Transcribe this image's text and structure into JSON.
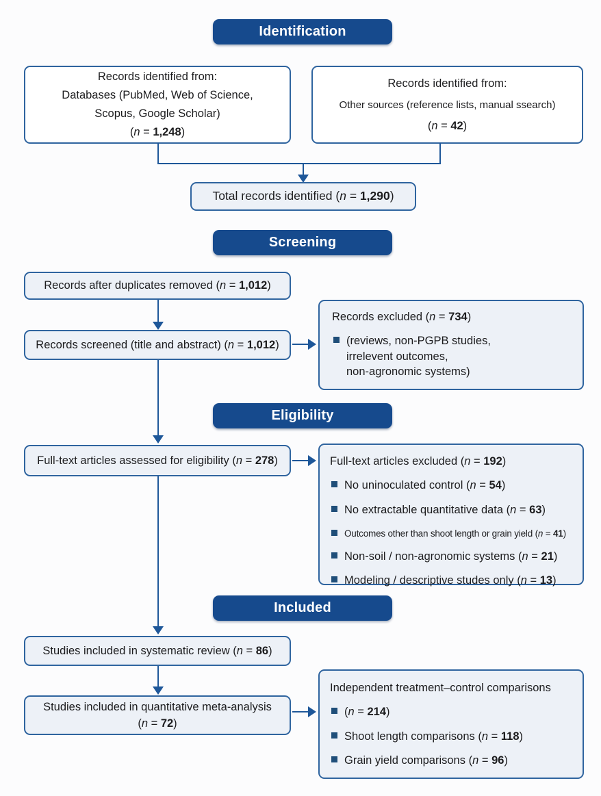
{
  "colors": {
    "banner_bg": "#164a8d",
    "banner_text": "#ffffff",
    "box_border": "#2f649f",
    "box_fill": "#edf1f7",
    "arrow": "#1e5799",
    "bullet": "#1f4e79",
    "text": "#1c1c1e"
  },
  "banners": {
    "identification": "Identification",
    "screening": "Screening",
    "eligibility": "Eligibility",
    "included": "Included"
  },
  "boxes": {
    "databases": {
      "line1": "Records identified from:",
      "line2": "Databases (PubMed, Web of Science,",
      "line3": "Scopus, Google Scholar)",
      "line4": "(n = 1,248)"
    },
    "other_sources": {
      "line1": "Records identified from:",
      "line2": "Other sources (reference lists, manual ssearch)",
      "line3": "(n = 42)"
    },
    "total": {
      "text": "Total records identified (n = 1,290)"
    },
    "duplicates": {
      "text": "Records after duplicates removed (n = 1,012)"
    },
    "screened": {
      "text": "Records screened (title and abstract) (n = 1,012)"
    },
    "records_excluded": {
      "title": "Records excluded (n = 734)",
      "bullets": [
        "(reviews, non-PGPB studies,\nirrelevent outcomes,\nnon-agronomic systems)"
      ]
    },
    "fulltext_assessed": {
      "text": "Full-text articles assessed for eligibility (n = 278)"
    },
    "fulltext_excluded": {
      "title": "Full-text articles excluded (n = 192)",
      "bullets": [
        "No uninoculated control (n = 54)",
        "No extractable quantitative data (n = 63)",
        "Outcomes other than shoot length or grain yield (n = 41)",
        "Non-soil / non-agronomic systems (n = 21)",
        "Modeling / descriptive studes only (n = 13)"
      ]
    },
    "systematic": {
      "text": "Studies included in systematic review (n = 86)"
    },
    "meta": {
      "line1": "Studies included in quantitative meta-analysis",
      "line2": "(n = 72)"
    },
    "comparisons": {
      "title": "Independent treatment–control comparisons",
      "bullets": [
        "(n = 214)",
        "Shoot length comparisons (n = 118)",
        "Grain yield comparisons (n = 96)"
      ]
    }
  }
}
